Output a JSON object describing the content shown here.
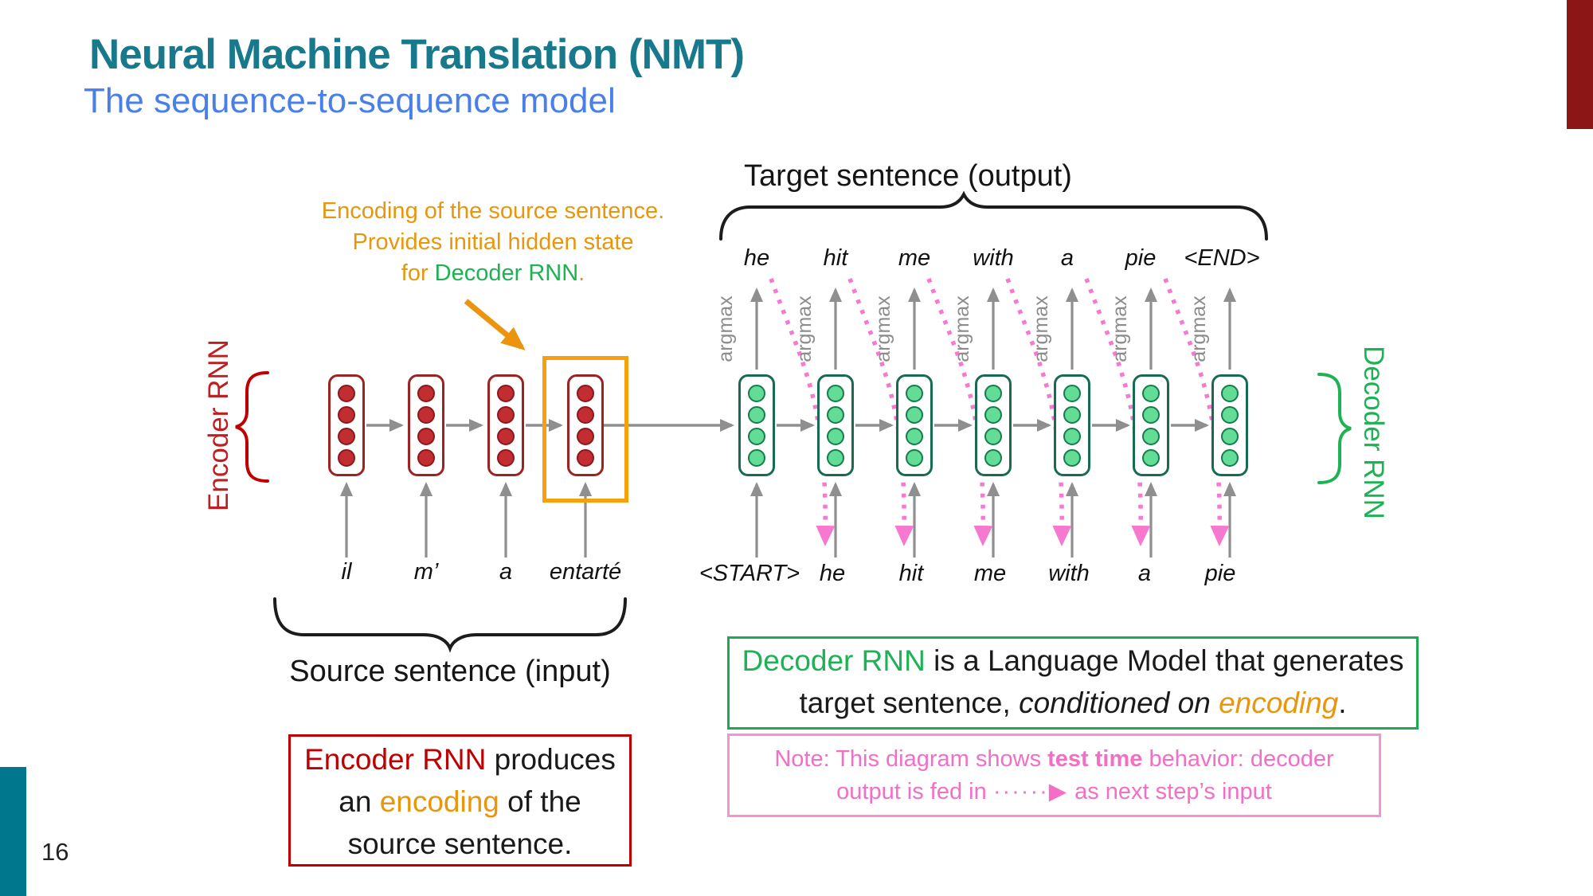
{
  "slide": {
    "title": "Neural Machine Translation (NMT)",
    "subtitle": "The sequence-to-sequence model",
    "page_number": "16"
  },
  "colors": {
    "title_teal": "#17798b",
    "subtitle_blue": "#4a7fe8",
    "accent_red": "#c00000",
    "accent_orange": "#e8960c",
    "accent_green": "#1db254",
    "accent_pink": "#f678cf",
    "arrow_gray": "#8f8f8f",
    "corner_red": "#8c1515",
    "corner_teal": "#00778c"
  },
  "annotation": {
    "line1": "Encoding of the source sentence.",
    "line2": "Provides initial hidden state",
    "line3_pre": "for ",
    "line3_green": "Decoder RNN",
    "line3_end": "."
  },
  "labels": {
    "encoder_rnn": "Encoder RNN",
    "decoder_rnn": "Decoder RNN",
    "target_brace": "Target sentence (output)",
    "source_brace": "Source sentence (input)",
    "argmax": "argmax"
  },
  "encoder": {
    "source_words": [
      "il",
      "m’",
      "a",
      "entarté"
    ]
  },
  "decoder": {
    "input_words": [
      "<START>",
      "he",
      "hit",
      "me",
      "with",
      "a",
      "pie"
    ],
    "output_words": [
      "he",
      "hit",
      "me",
      "with",
      "a",
      "pie",
      "<END>"
    ]
  },
  "captions": {
    "encoder_box": {
      "line1_red": "Encoder RNN",
      "line1_rest": " produces",
      "line2_pre": "an ",
      "line2_orange": "encoding",
      "line2_post": " of the",
      "line3": "source sentence."
    },
    "decoder_box": {
      "line1_green": "Decoder RNN",
      "line1_rest": " is a Language Model that generates",
      "line2_pre": "target sentence, ",
      "line2_italic": "conditioned on ",
      "line2_orange_italic": "encoding",
      "line2_end": "."
    },
    "note_box": {
      "line1_pre": "Note: This diagram shows ",
      "line1_bold": "test time",
      "line1_post": " behavior: decoder",
      "line2_pre": "output is fed in ",
      "line2_arrow": "······▶",
      "line2_post": " as next step’s input"
    }
  }
}
